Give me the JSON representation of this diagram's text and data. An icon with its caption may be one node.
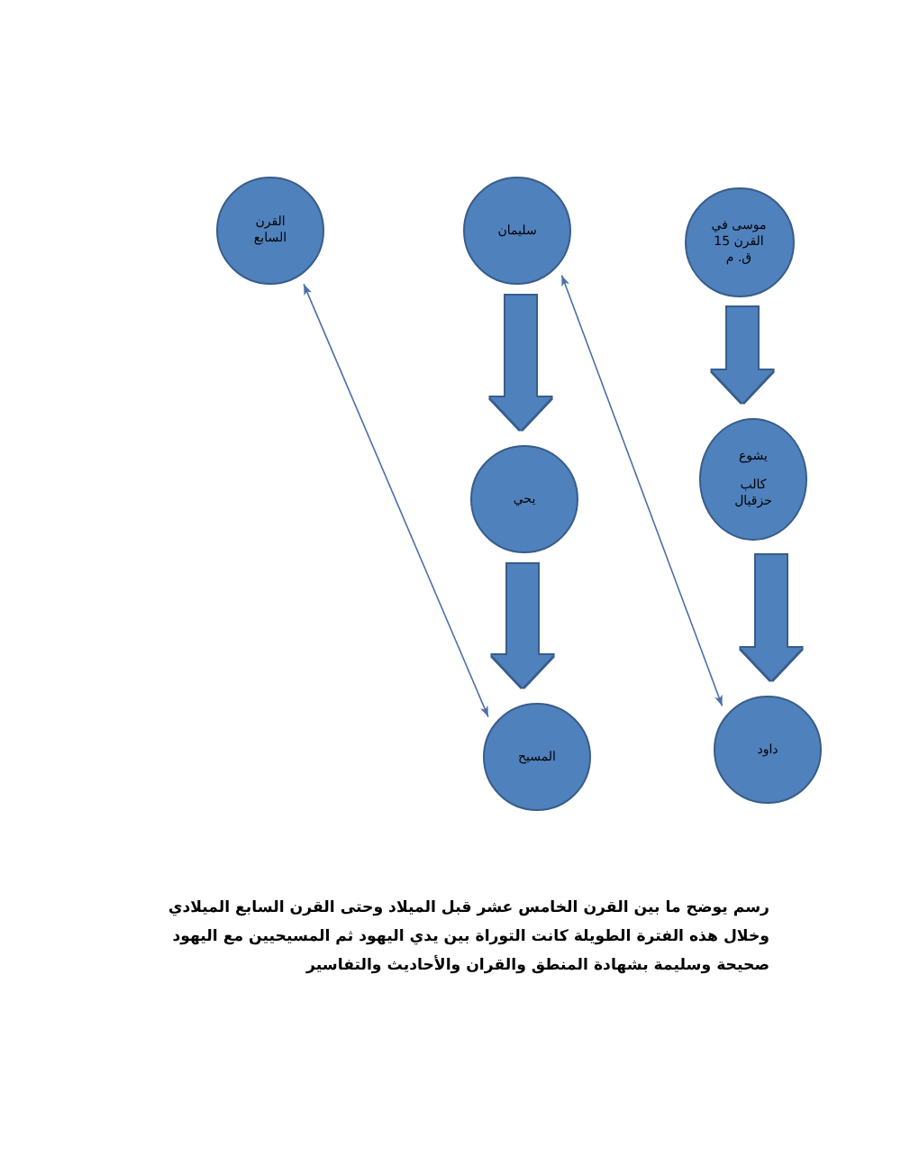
{
  "diagram": {
    "caption": "رسم يوضح ما بين القرن الخامس عشر قبل الميلاد وحتى القرن السابع الميلادي وخلال هذه الفترة الطويلة كانت التوراة بين يدي اليهود ثم المسيحيين مع اليهود صحيحة وسليمة بشهادة المنطق والقران والأحاديث والتفاسير",
    "nodes": [
      {
        "text": [
          "موسى في القرن 15 ق. م"
        ]
      },
      {
        "text": [
          "يشوع",
          "كالب حزقيال"
        ]
      },
      {
        "text": [
          "داود"
        ]
      },
      {
        "text": [
          "سليمان"
        ]
      },
      {
        "text": [
          "يحي"
        ]
      },
      {
        "text": [
          "المسيح"
        ]
      },
      {
        "text": [
          "القرن السابع"
        ]
      }
    ],
    "edges": [
      {
        "from": 0,
        "to": 1,
        "arrow": "to"
      },
      {
        "from": 1,
        "to": 2,
        "arrow": "to"
      },
      {
        "from": 2,
        "to": 3,
        "arrow": "both"
      },
      {
        "from": 3,
        "to": 4,
        "arrow": "to"
      },
      {
        "from": 4,
        "to": 5,
        "arrow": "to"
      },
      {
        "from": 5,
        "to": 6,
        "arrow": "both"
      }
    ]
  }
}
